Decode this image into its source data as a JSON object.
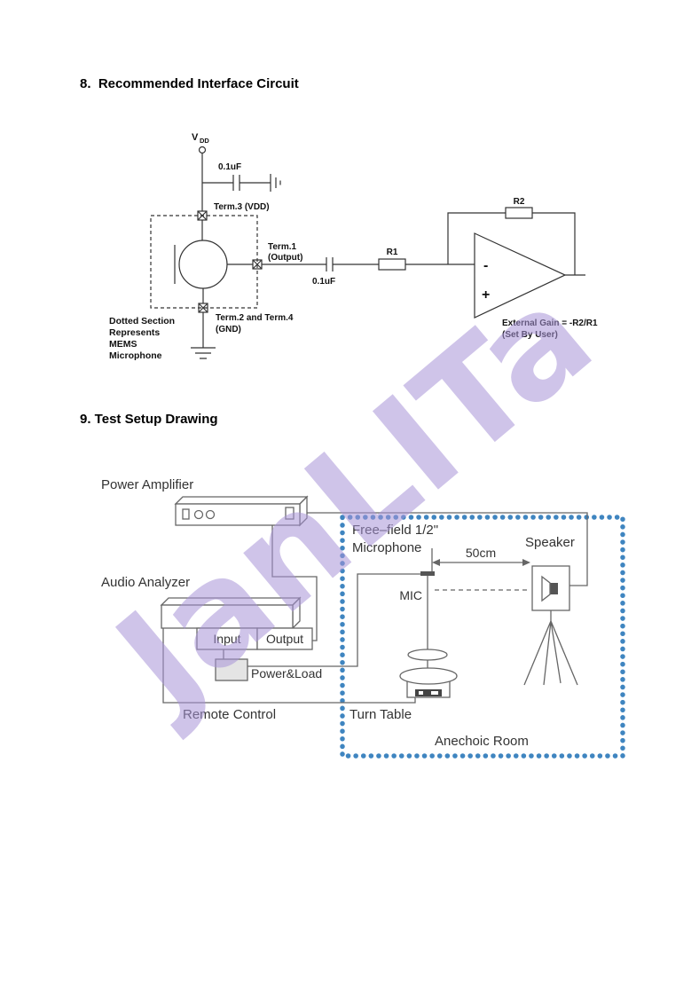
{
  "headings": {
    "section8": "8.  Recommended Interface Circuit",
    "section9": "9. Test Setup Drawing"
  },
  "watermark": "JanLITa",
  "circuit": {
    "vdd_main": "V",
    "vdd_sub": "DD",
    "bypass_cap": "0.1uF",
    "term3": "Term.3 (VDD)",
    "term1_line1": "Term.1",
    "term1_line2": "(Output)",
    "coupling_cap": "0.1uF",
    "r1": "R1",
    "r2": "R2",
    "opamp_minus": "-",
    "opamp_plus": "+",
    "gain_line1": "External Gain = -R2/R1",
    "gain_line2": "(Set By User)",
    "term24_line1": "Term.2 and Term.4",
    "term24_line2": "(GND)",
    "note_line1": "Dotted Section",
    "note_line2": "Represents",
    "note_line3": "MEMS",
    "note_line4": "Microphone"
  },
  "test_setup": {
    "power_amplifier": "Power Amplifier",
    "audio_analyzer": "Audio Analyzer",
    "input": "Input",
    "output": "Output",
    "power_load": "Power&Load",
    "remote_control": "Remote Control",
    "turn_table": "Turn Table",
    "anechoic_room": "Anechoic Room",
    "freefield_line1": "Free–field 1/2\"",
    "freefield_line2": "Microphone",
    "speaker": "Speaker",
    "mic": "MIC",
    "distance": "50cm"
  },
  "colors": {
    "room_border": "#3f85c0",
    "watermark": "#a892d7",
    "diagram_line": "#555555"
  }
}
